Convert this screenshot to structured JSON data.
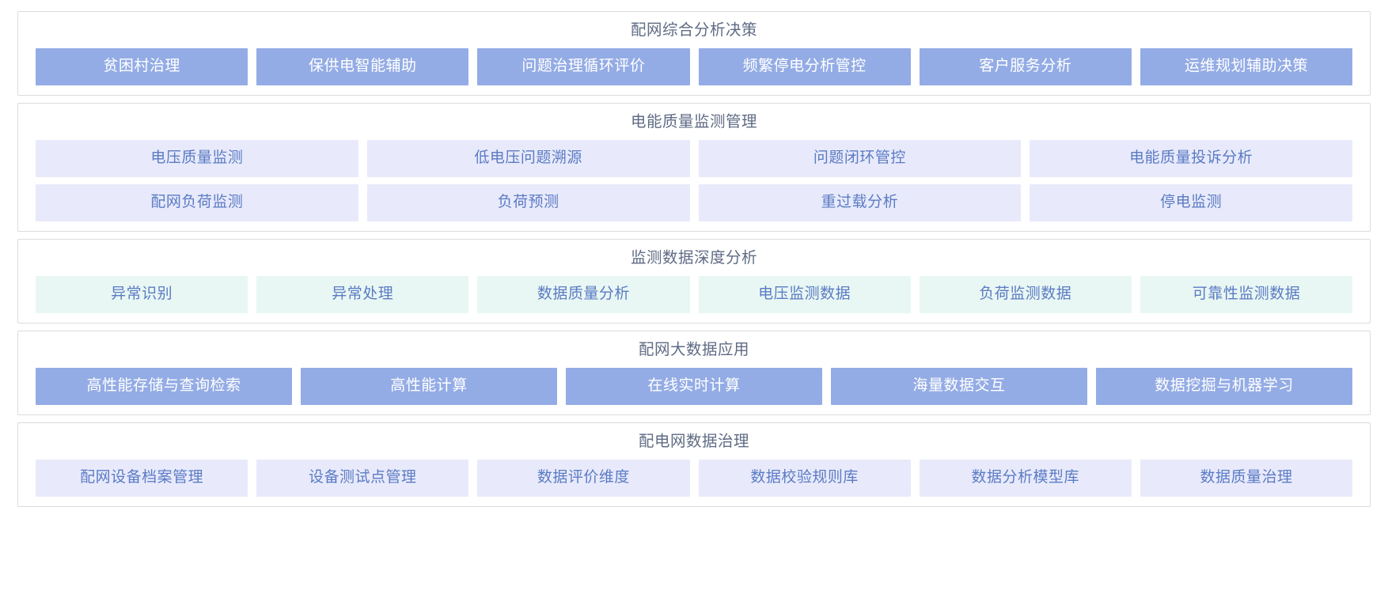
{
  "palette": {
    "solid_blue": "#94ace5",
    "pale_lavender": "#e8eafb",
    "pale_mint": "#e8f7f3",
    "title_text": "#5f6b84",
    "chip_text_blue": "#5b7bc4",
    "chip_text_white": "#ffffff",
    "card_border": "#dcdcdc",
    "page_background": "#ffffff"
  },
  "sections": [
    {
      "title": "配网综合分析决策",
      "style": "solid",
      "rows": [
        [
          {
            "label": "贫困村治理"
          },
          {
            "label": "保供电智能辅助"
          },
          {
            "label": "问题治理循环评价"
          },
          {
            "label": "频繁停电分析管控"
          },
          {
            "label": "客户服务分析"
          },
          {
            "label": "运维规划辅助决策"
          }
        ]
      ]
    },
    {
      "title": "电能质量监测管理",
      "style": "lavender",
      "rows": [
        [
          {
            "label": "电压质量监测"
          },
          {
            "label": "低电压问题溯源"
          },
          {
            "label": "问题闭环管控"
          },
          {
            "label": "电能质量投诉分析"
          }
        ],
        [
          {
            "label": "配网负荷监测"
          },
          {
            "label": "负荷预测"
          },
          {
            "label": "重过载分析"
          },
          {
            "label": "停电监测"
          }
        ]
      ]
    },
    {
      "title": "监测数据深度分析",
      "style": "mint",
      "rows": [
        [
          {
            "label": "异常识别"
          },
          {
            "label": "异常处理"
          },
          {
            "label": "数据质量分析"
          },
          {
            "label": "电压监测数据"
          },
          {
            "label": "负荷监测数据"
          },
          {
            "label": "可靠性监测数据"
          }
        ]
      ]
    },
    {
      "title": "配网大数据应用",
      "style": "solid",
      "rows": [
        [
          {
            "label": "高性能存储与查询检索"
          },
          {
            "label": "高性能计算"
          },
          {
            "label": "在线实时计算"
          },
          {
            "label": "海量数据交互"
          },
          {
            "label": "数据挖掘与机器学习"
          }
        ]
      ]
    },
    {
      "title": "配电网数据治理",
      "style": "lavender",
      "rows": [
        [
          {
            "label": "配网设备档案管理"
          },
          {
            "label": "设备测试点管理"
          },
          {
            "label": "数据评价维度"
          },
          {
            "label": "数据校验规则库"
          },
          {
            "label": "数据分析模型库"
          },
          {
            "label": "数据质量治理"
          }
        ]
      ]
    }
  ]
}
